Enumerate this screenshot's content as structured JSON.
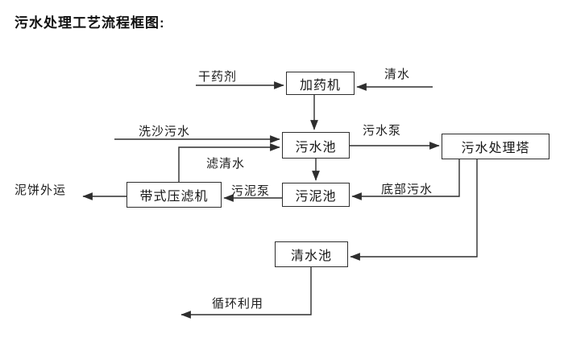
{
  "title": "污水处理工艺流程框图:",
  "colors": {
    "line": "#2e2e2e",
    "text": "#1a1a1a",
    "background": "#ffffff"
  },
  "diagram": {
    "nodes": {
      "dosing_machine": {
        "label": "加药机"
      },
      "sewage_pool": {
        "label": "污水池"
      },
      "treatment_tower": {
        "label": "污水处理塔"
      },
      "sludge_pool": {
        "label": "污泥池"
      },
      "belt_filter_press": {
        "label": "带式压滤机"
      },
      "clean_water_pool": {
        "label": "清水池"
      }
    },
    "flow_labels": {
      "dry_chemical": "干药剂",
      "clean_water": "清水",
      "sand_washing_sewage": "洗沙污水",
      "sewage_pump": "污水泵",
      "filtered_water": "滤清水",
      "sludge_pump": "污泥泵",
      "bottom_sewage": "底部污水",
      "mud_cake_out": "泥饼外运",
      "recycling": "循环利用"
    },
    "edges": [
      {
        "from": "external",
        "to": "dosing_machine",
        "label": "干药剂"
      },
      {
        "from": "external",
        "to": "dosing_machine",
        "label": "清水"
      },
      {
        "from": "dosing_machine",
        "to": "sewage_pool",
        "label": ""
      },
      {
        "from": "external",
        "to": "sewage_pool",
        "label": "洗沙污水"
      },
      {
        "from": "sewage_pool",
        "to": "treatment_tower",
        "label": "污水泵"
      },
      {
        "from": "treatment_tower",
        "to": "sludge_pool",
        "label": "底部污水"
      },
      {
        "from": "sewage_pool",
        "to": "sludge_pool",
        "label": ""
      },
      {
        "from": "sludge_pool",
        "to": "belt_filter_press",
        "label": "污泥泵"
      },
      {
        "from": "belt_filter_press",
        "to": "sewage_pool",
        "label": "滤清水"
      },
      {
        "from": "belt_filter_press",
        "to": "external",
        "label": "泥饼外运"
      },
      {
        "from": "treatment_tower",
        "to": "clean_water_pool",
        "label": ""
      },
      {
        "from": "clean_water_pool",
        "to": "external",
        "label": "循环利用"
      }
    ]
  }
}
